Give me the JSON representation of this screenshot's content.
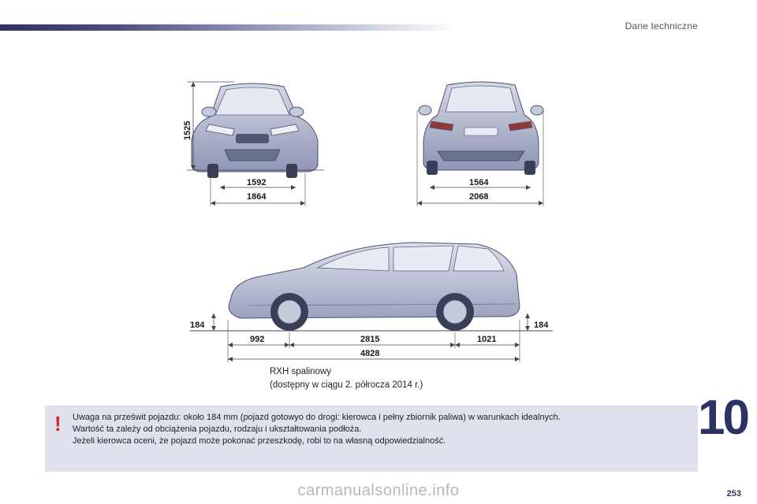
{
  "header": {
    "section_title": "Dane techniczne"
  },
  "chapter": {
    "number": "10",
    "page_number": "253"
  },
  "front_view": {
    "height": "1525",
    "track": "1592",
    "width": "1864"
  },
  "rear_view": {
    "track": "1564",
    "width_mirrors": "2068"
  },
  "side_view": {
    "ground_clearance_front": "184",
    "ground_clearance_rear": "184",
    "front_overhang": "992",
    "wheelbase": "2815",
    "rear_overhang": "1021",
    "length": "4828"
  },
  "caption": {
    "line1": "RXH spalinowy",
    "line2": "(dostępny w ciągu 2. półrocza 2014 r.)"
  },
  "warning": {
    "icon": "!",
    "line1": "Uwaga na prześwit pojazdu: około 184 mm (pojazd gotowyo do drogi: kierowca i pełny zbiornik paliwa) w warunkach idealnych.",
    "line2": "Wartość ta zależy od obciążenia pojazdu, rodzaju i ukształtowania podłoża.",
    "line3": "Jeżeli kierowca oceni, że pojazd może pokonać przeszkodę, robi to na własną odpowiedzialność."
  },
  "watermark": "carmanualsonline.info",
  "colors": {
    "accent": "#2c3262",
    "warning_red": "#d8232a",
    "box_bg": "#dfe1ec",
    "car_body": "#b4bad0"
  }
}
